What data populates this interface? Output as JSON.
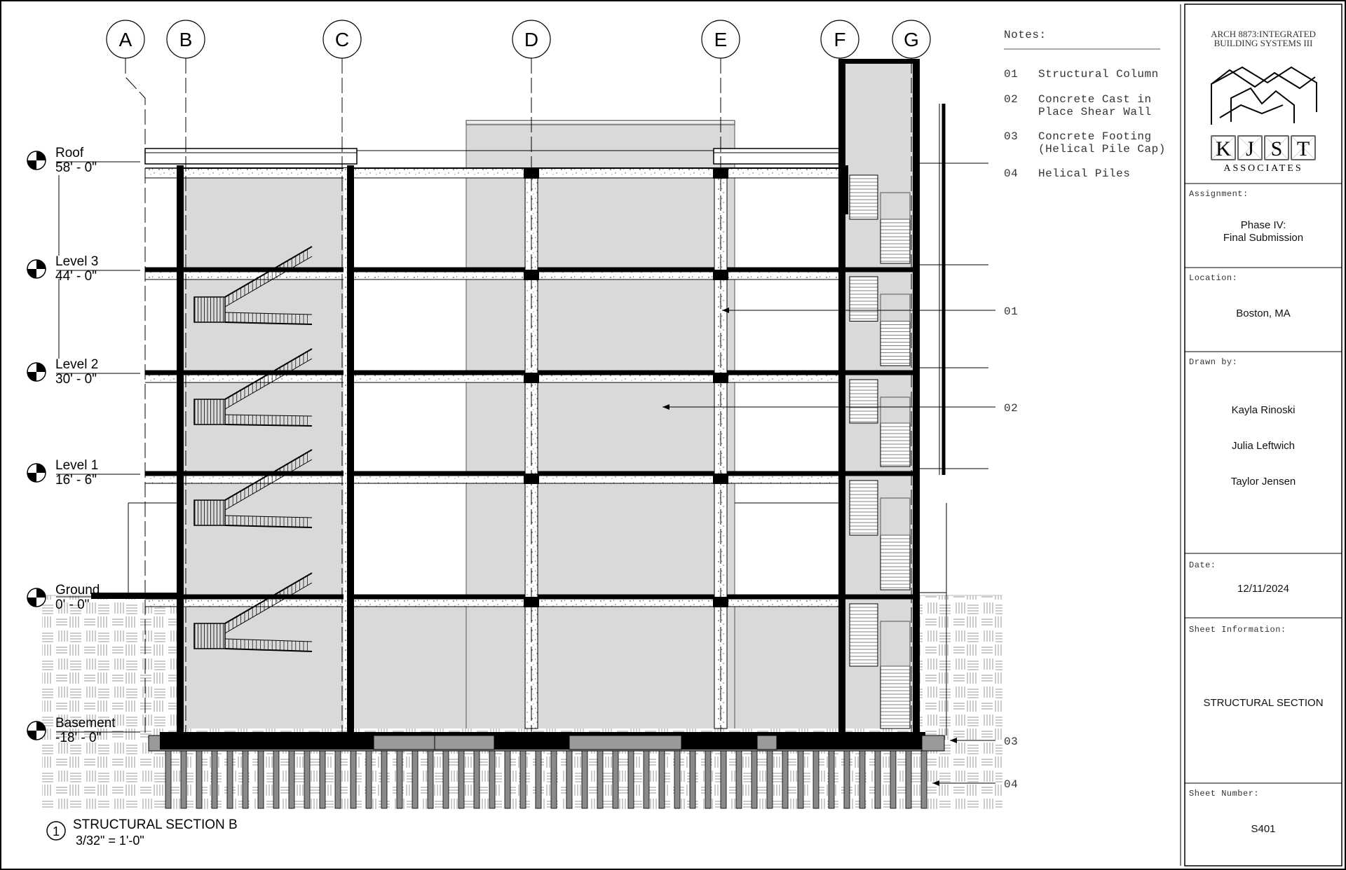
{
  "drawing": {
    "grid_lines": [
      {
        "label": "A"
      },
      {
        "label": "B"
      },
      {
        "label": "C"
      },
      {
        "label": "D"
      },
      {
        "label": "E"
      },
      {
        "label": "F"
      },
      {
        "label": "G"
      }
    ],
    "levels": [
      {
        "name": "Roof",
        "elevation": "58' - 0\""
      },
      {
        "name": "Level 3",
        "elevation": "44' - 0\""
      },
      {
        "name": "Level 2",
        "elevation": "30' - 0\""
      },
      {
        "name": "Level 1",
        "elevation": "16' - 6\""
      },
      {
        "name": "Ground",
        "elevation": "0' - 0\""
      },
      {
        "name": "Basement",
        "elevation": "-18' - 0\""
      }
    ],
    "callouts": [
      {
        "tag": "01"
      },
      {
        "tag": "02"
      },
      {
        "tag": "03"
      },
      {
        "tag": "04"
      }
    ],
    "view_title": {
      "number": "1",
      "name": "STRUCTURAL SECTION B",
      "scale": "3/32\" = 1'-0\""
    }
  },
  "notes": {
    "heading": "Notes:",
    "items": [
      {
        "num": "01",
        "lines": [
          "Structural Column"
        ]
      },
      {
        "num": "02",
        "lines": [
          "Concrete Cast in",
          "Place Shear Wall"
        ]
      },
      {
        "num": "03",
        "lines": [
          "Concrete Footing",
          "(Helical Pile Cap)"
        ]
      },
      {
        "num": "04",
        "lines": [
          "Helical Piles"
        ]
      }
    ]
  },
  "title_block": {
    "course_line1": "ARCH 8873:INTEGRATED",
    "course_line2": "BUILDING SYSTEMS III",
    "logo_letters": [
      "K",
      "J",
      "S",
      "T"
    ],
    "logo_sub": "ASSOCIATES",
    "assignment_label": "Assignment:",
    "assignment_line1": "Phase IV:",
    "assignment_line2": "Final Submission",
    "location_label": "Location:",
    "location": "Boston, MA",
    "drawn_by_label": "Drawn by:",
    "drawn_by": [
      "Kayla Rinoski",
      "Julia Leftwich",
      "Taylor Jensen"
    ],
    "date_label": "Date:",
    "date": "12/11/2024",
    "sheet_info_label": "Sheet Information:",
    "sheet_info": "STRUCTURAL SECTION",
    "sheet_number_label": "Sheet Number:",
    "sheet_number": "S401"
  },
  "colors": {
    "ink": "#000000",
    "fill_gray": "#d9d9d9",
    "earth_gray": "#bdbdbd",
    "footing_gray": "#9a9a9a",
    "note_text": "#333333"
  }
}
